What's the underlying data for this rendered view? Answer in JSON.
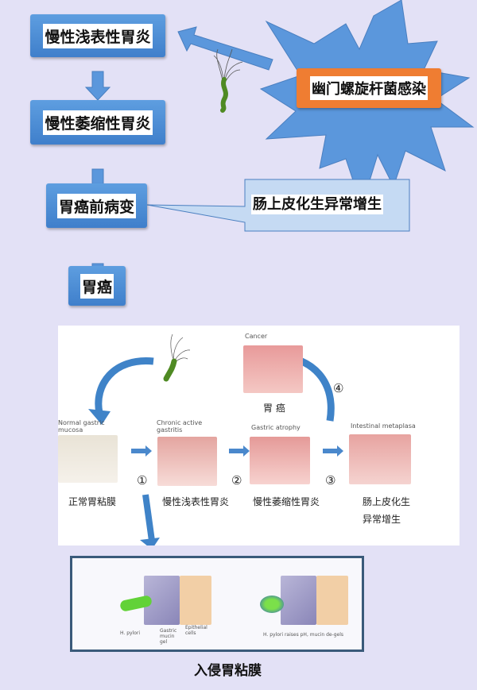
{
  "flow": {
    "step1": "慢性浅表性胃炎",
    "step2": "慢性萎缩性胃炎",
    "step3": "胃癌前病变",
    "step4": "胃癌",
    "infection": "幽门螺旋杆菌感染",
    "metaplasia_callout": "肠上皮化生异常增生"
  },
  "cycle": {
    "cancer_en": "Cancer",
    "cancer_cn": "胃 癌",
    "normal_en": "Normal gastric mucosa",
    "normal_cn": "正常胃粘膜",
    "chronic_en": "Chronic active gastritis",
    "chronic_cn": "慢性浅表性胃炎",
    "atrophy_en": "Gastric atrophy",
    "atrophy_cn": "慢性萎缩性胃炎",
    "metaplasia_en": "Intestinal metaplasa",
    "metaplasia_cn_1": "肠上皮化生",
    "metaplasia_cn_2": "异常增生",
    "steps": [
      "①",
      "②",
      "③",
      "④"
    ]
  },
  "invasion": {
    "label_pylori": "H. pylori",
    "label_mucin": "Gastric mucin gel",
    "label_epithelial": "Epithelial cells",
    "label_raises": "H. pylori raises pH, mucin de-gels",
    "caption": "入侵胃粘膜"
  },
  "colors": {
    "box_blue": "#4a8ad6",
    "orange": "#ef7d32",
    "background": "#e3e1f6"
  }
}
